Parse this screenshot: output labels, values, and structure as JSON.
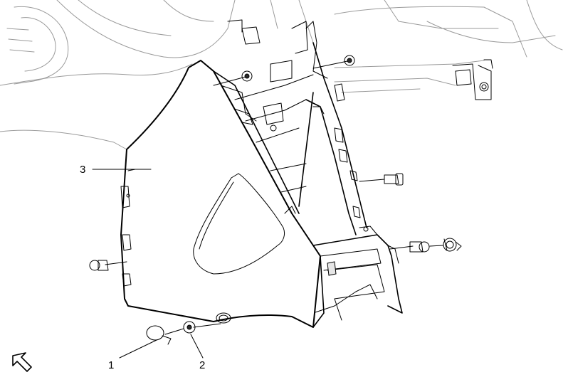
{
  "callouts": [
    {
      "id": "1",
      "label": "1"
    },
    {
      "id": "2",
      "label": "2"
    },
    {
      "id": "3",
      "label": "3"
    }
  ],
  "icons": {
    "view_arrow": "view-direction-arrow-icon"
  },
  "colors": {
    "line": "#000000",
    "background_detail": "#9a9a9a",
    "fill": "#ffffff"
  }
}
